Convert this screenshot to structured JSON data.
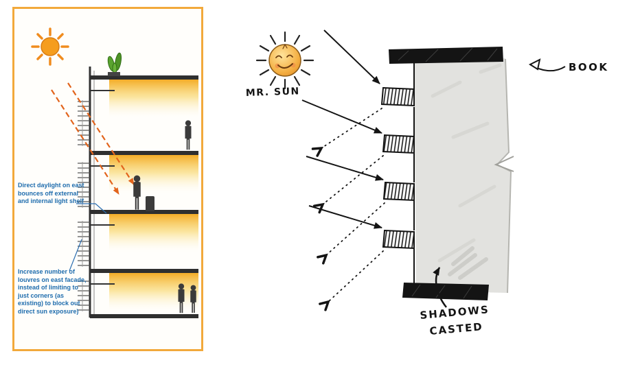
{
  "left_panel": {
    "annotation_daylight": "Direct daylight on east bounces off external and internal light shelf",
    "annotation_louvres": "Increase number of louvres on east facade, instead of limiting to just corners (as existing) to block out direct sun exposure)"
  },
  "right_panel": {
    "sun_label": "MR. SUN",
    "book_label": "BOOK",
    "shadows_label_1": "SHADOWS",
    "shadows_label_2": "CASTED"
  },
  "colors": {
    "panel_border": "#f2a93b",
    "annotation_blue": "#1e6cad",
    "daylight_glow": "#f3a81c",
    "arrow_orange": "#e2641c",
    "sketch_ink": "#141414",
    "wall_gray": "#e2e2df"
  }
}
